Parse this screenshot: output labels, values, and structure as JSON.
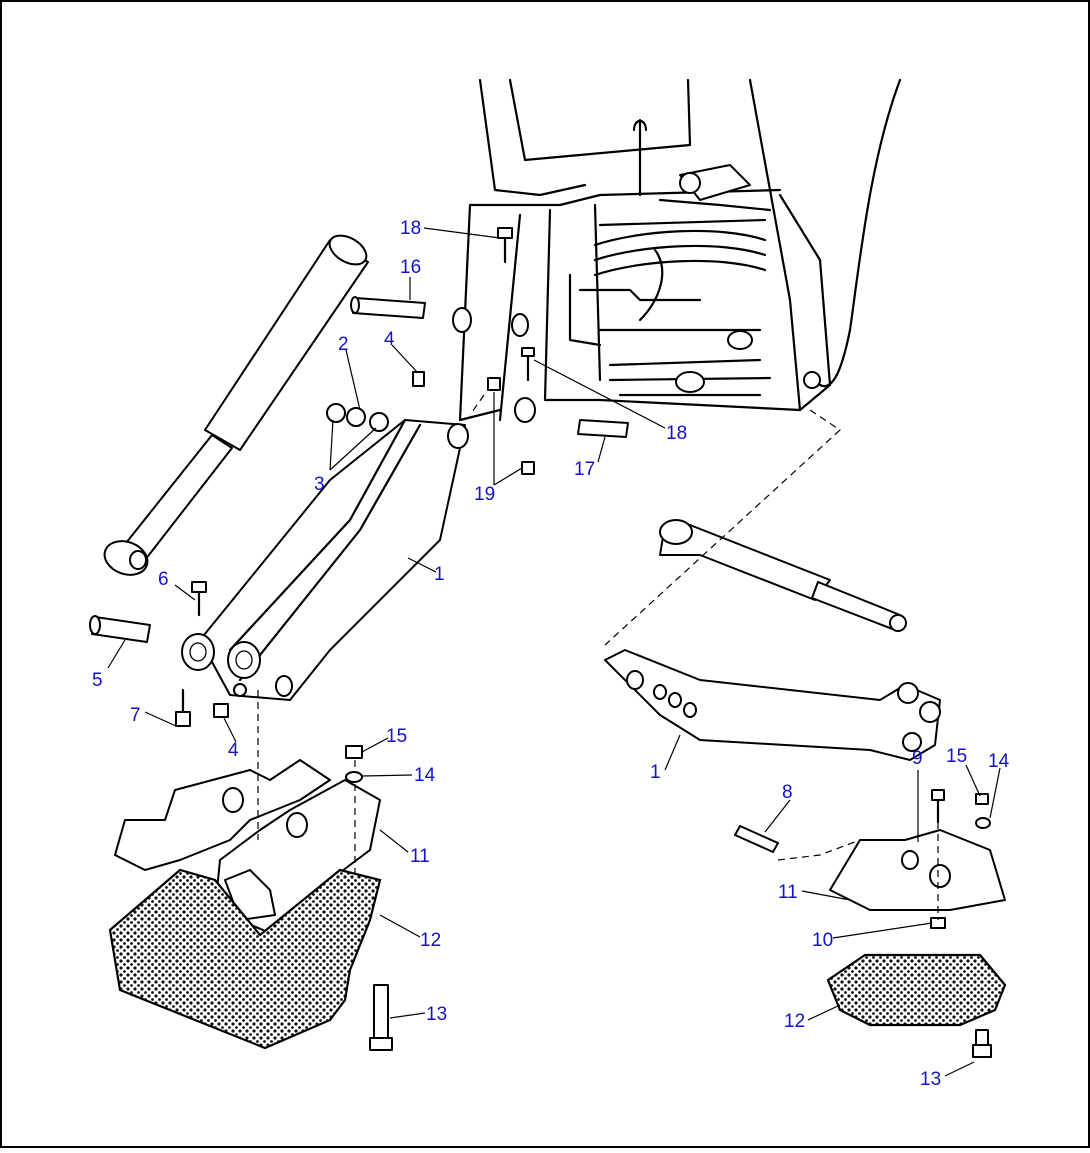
{
  "diagram": {
    "callouts": [
      "18",
      "16",
      "2",
      "4",
      "3",
      "19",
      "18",
      "17",
      "1",
      "6",
      "5",
      "7",
      "4",
      "15",
      "14",
      "11",
      "12",
      "13",
      "1",
      "9",
      "15",
      "14",
      "8",
      "11",
      "10",
      "12",
      "13"
    ]
  },
  "colors": {
    "callout": "#1212c8",
    "line": "#000000"
  }
}
